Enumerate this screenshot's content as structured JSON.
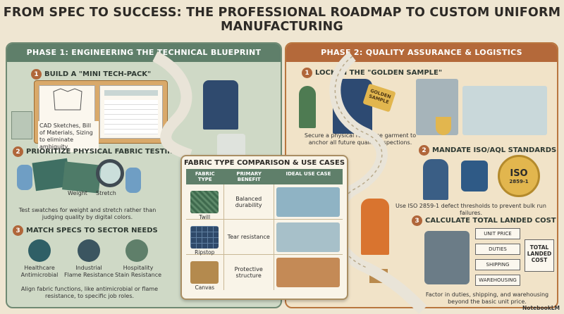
{
  "title": "FROM SPEC TO SUCCESS: THE PROFESSIONAL ROADMAP TO CUSTOM UNIFORM MANUFACTURING",
  "phase1": {
    "header": "PHASE 1: ENGINEERING THE TECHNICAL BLUEPRINT",
    "step1": {
      "num": "1",
      "label": "BUILD A \"MINI TECH-PACK\"",
      "caption": "CAD Sketches, Bill of Materials, Sizing to eliminate ambiguity."
    },
    "step2": {
      "num": "2",
      "label": "PRIORITIZE PHYSICAL FABRIC TESTING",
      "swatch_weight": "Weight",
      "swatch_stretch": "Stretch",
      "caption": "Test swatches for weight and stretch rather than judging quality by digital colors."
    },
    "step3": {
      "num": "3",
      "label": "MATCH SPECS TO SECTOR NEEDS",
      "sectors": [
        {
          "line1": "Healthcare",
          "line2": "Antimicrobial"
        },
        {
          "line1": "Industrial",
          "line2": "Flame Resistance"
        },
        {
          "line1": "Hospitality",
          "line2": "Stain Resistance"
        }
      ],
      "caption": "Align fabric functions, like antimicrobial or flame resistance, to specific job roles."
    }
  },
  "table": {
    "title": "FABRIC TYPE COMPARISON & USE CASES",
    "headers": [
      "FABRIC TYPE",
      "PRIMARY BENEFIT",
      "IDEAL USE CASE"
    ],
    "rows": [
      {
        "fabric": "Twill",
        "benefit": "Balanced durability"
      },
      {
        "fabric": "Ripstop",
        "benefit": "Tear resistance"
      },
      {
        "fabric": "Canvas",
        "benefit": "Protective structure"
      }
    ]
  },
  "phase2": {
    "header": "PHASE 2: QUALITY ASSURANCE & LOGISTICS",
    "step1": {
      "num": "1",
      "label": "LOCK IN THE \"GOLDEN SAMPLE\"",
      "tag": "GOLDEN SAMPLE",
      "caption": "Secure a physical reference garment to anchor all future quality inspections."
    },
    "step2": {
      "num": "2",
      "label": "MANDATE ISO/AQL STANDARDS",
      "seal_top": "ISO",
      "seal_bottom": "2859-1",
      "caption": "Use ISO 2859-1 defect thresholds to prevent bulk run failures."
    },
    "step3": {
      "num": "3",
      "label": "CALCULATE TOTAL LANDED COST",
      "items": [
        "UNIT PRICE",
        "DUTIES",
        "SHIPPING",
        "WAREHOUSING"
      ],
      "total": "TOTAL LANDED COST",
      "caption": "Factor in duties, shipping, and warehousing beyond the basic unit price."
    }
  },
  "brand": "NotebookLM",
  "colors": {
    "phase1": "#5f7f6a",
    "phase2": "#b4693a",
    "badge": "#b0663a",
    "road": "#e9e4d8"
  }
}
